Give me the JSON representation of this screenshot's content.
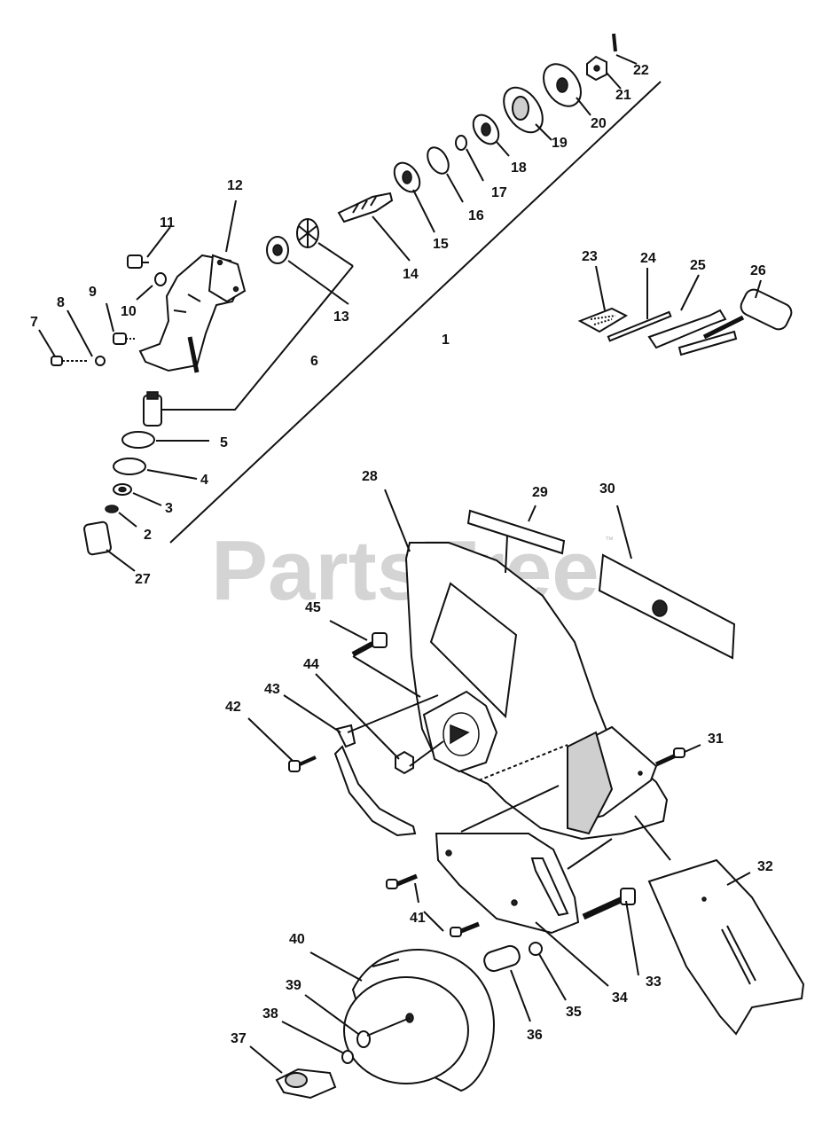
{
  "watermark": {
    "text": "PartsTree",
    "mark": "™"
  },
  "callouts": [
    "1",
    "2",
    "3",
    "4",
    "5",
    "6",
    "7",
    "8",
    "9",
    "10",
    "11",
    "12",
    "13",
    "14",
    "15",
    "16",
    "17",
    "18",
    "19",
    "20",
    "21",
    "22",
    "23",
    "24",
    "25",
    "26",
    "27",
    "28",
    "29",
    "30",
    "31",
    "32",
    "33",
    "34",
    "35",
    "36",
    "37",
    "38",
    "39",
    "40",
    "41",
    "42",
    "43",
    "44",
    "45"
  ]
}
